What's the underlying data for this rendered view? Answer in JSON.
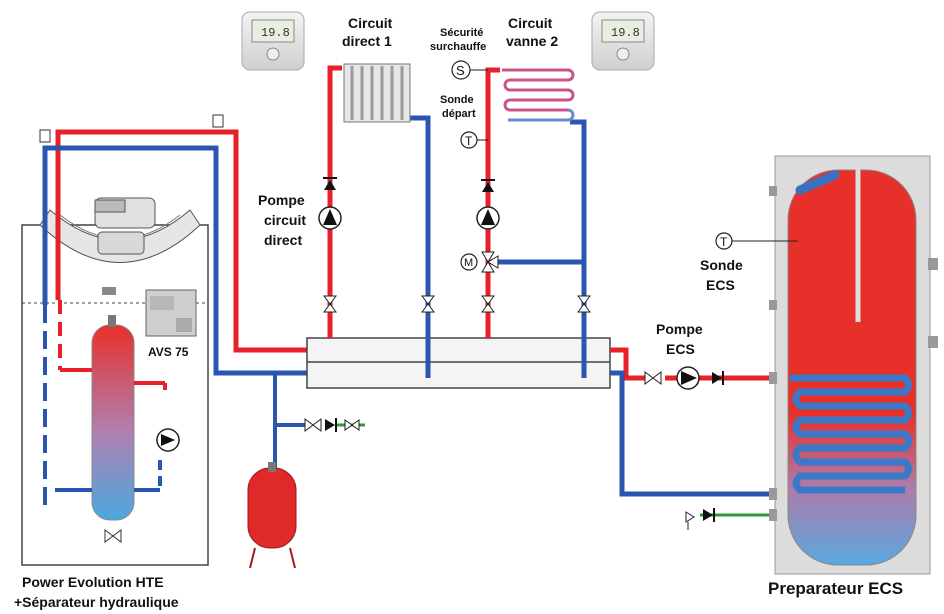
{
  "labels": {
    "circuit_direct_1": [
      "Circuit",
      "direct 1"
    ],
    "circuit_vanne_2": [
      "Circuit",
      "vanne 2"
    ],
    "securite_surchauffe": [
      "Sécurité",
      "surchauffe"
    ],
    "sonde_depart": [
      "Sonde",
      "départ"
    ],
    "pompe_circuit_direct": [
      "Pompe",
      "circuit",
      "direct"
    ],
    "avs75": "AVS 75",
    "sonde_ecs": [
      "Sonde",
      "ECS"
    ],
    "pompe_ecs": [
      "Pompe",
      "ECS"
    ],
    "boiler_caption": [
      "Power Evolution HTE",
      "+Séparateur hydraulique"
    ],
    "preparateur_caption": "Preparateur ECS"
  },
  "symbols": {
    "safety_sensor": "S",
    "temperature_sensor": "T",
    "motor": "M"
  },
  "thermostat_display": "19.8",
  "colors": {
    "hot_pipe": "#e8202a",
    "cold_pipe": "#2a55b0",
    "cold_water_pipe": "#2a9a3a",
    "tank_hot": "#e8302a",
    "tank_cold": "#5aa8e0"
  },
  "icons": [
    "thermostat-icon",
    "radiator-icon",
    "floor-heating-coil-icon",
    "pump-icon",
    "valve-icon",
    "check-valve-icon",
    "expansion-vessel-icon",
    "safety-valve-icon",
    "mixing-valve-icon",
    "control-module-icon",
    "boiler-icon",
    "water-heater-tank-icon"
  ]
}
